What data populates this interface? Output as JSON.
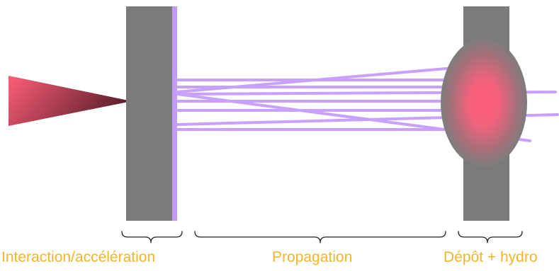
{
  "labels": {
    "interaction": "Interaction/accélération",
    "propagation": "Propagation",
    "depot": "Dépôt + hydro"
  },
  "colors": {
    "label": "#f5b429",
    "target": "#7b7b7b",
    "beam": "#c8a0ff",
    "laser_light": "#ff5f78",
    "laser_dark": "#6a2433",
    "brace": "#222222"
  }
}
